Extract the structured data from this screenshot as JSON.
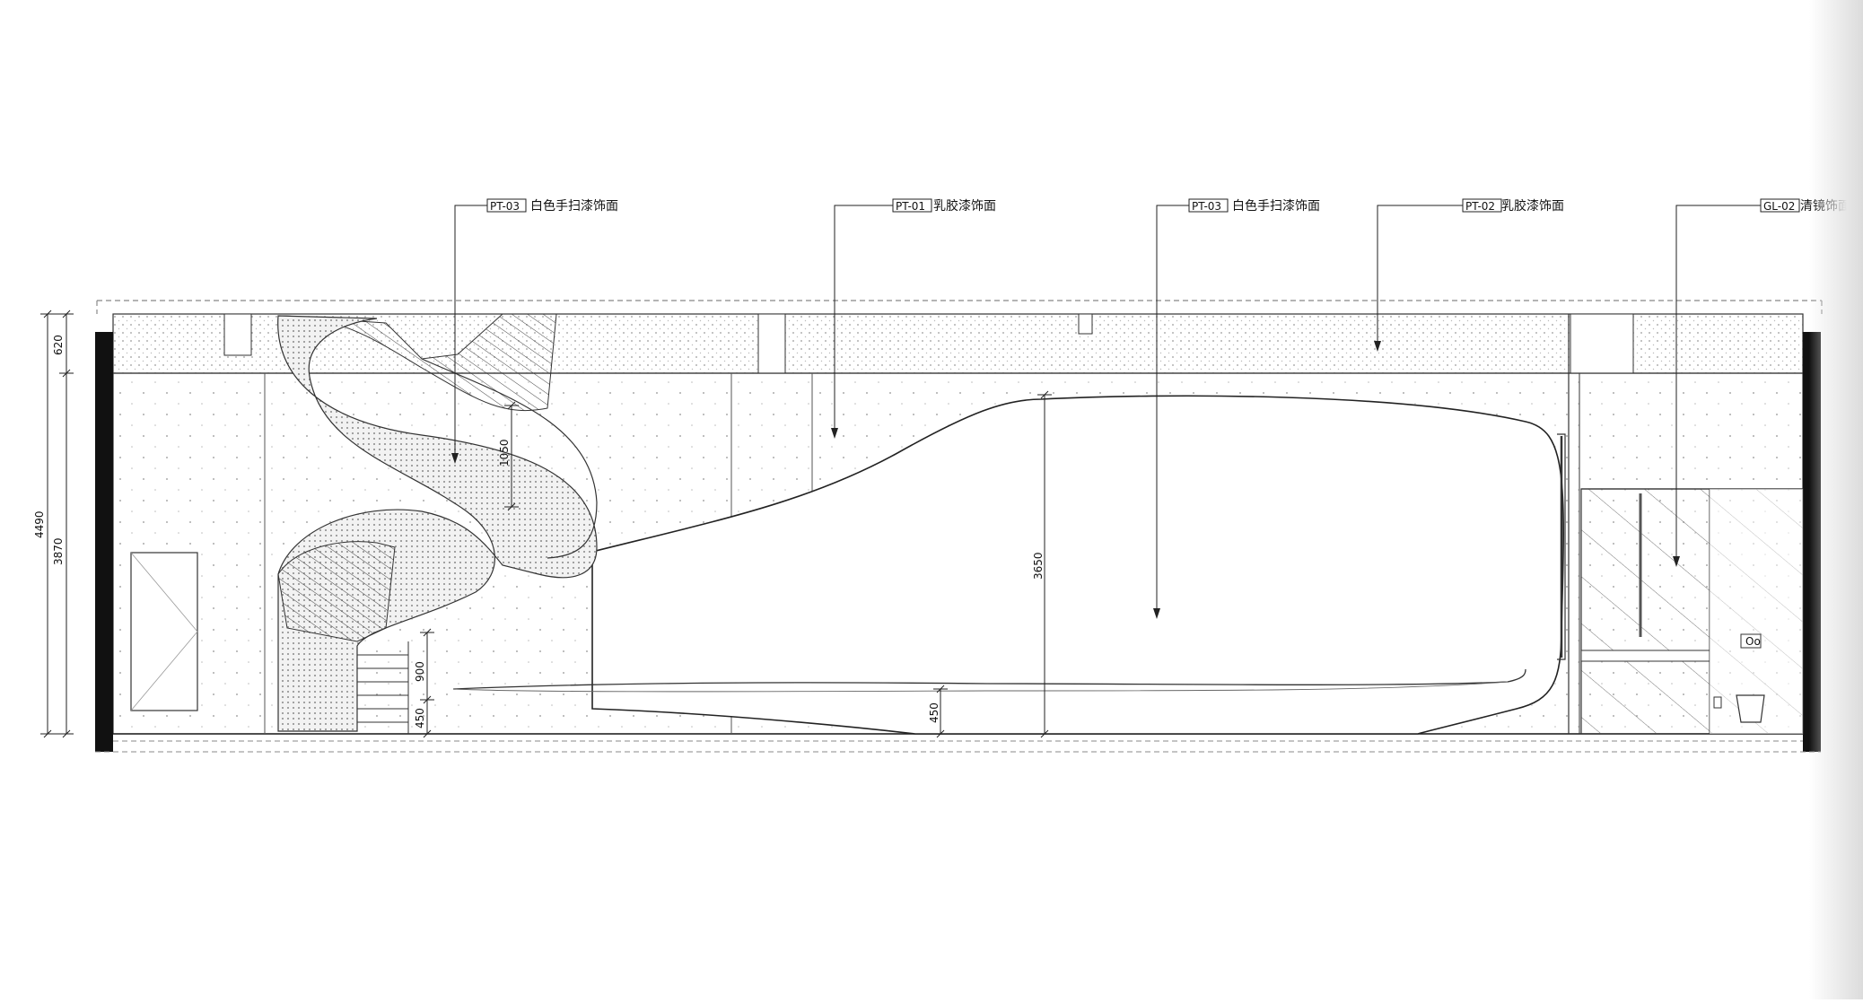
{
  "callouts": [
    {
      "code": "PT-03",
      "text": "白色手扫漆饰面"
    },
    {
      "code": "PT-01",
      "text": "乳胶漆饰面"
    },
    {
      "code": "PT-03",
      "text": "白色手扫漆饰面"
    },
    {
      "code": "PT-02",
      "text": "乳胶漆饰面"
    },
    {
      "code": "GL-02",
      "text": "清镜饰面"
    }
  ],
  "dimensions": {
    "overall_height": "4490",
    "ceiling_zone": "620",
    "wall_height": "3870",
    "stair_rise": "1050",
    "rail_height": "900",
    "step_small": "450",
    "slide_low": "450",
    "slide_high": "3650"
  },
  "switch_symbol": "Oo"
}
